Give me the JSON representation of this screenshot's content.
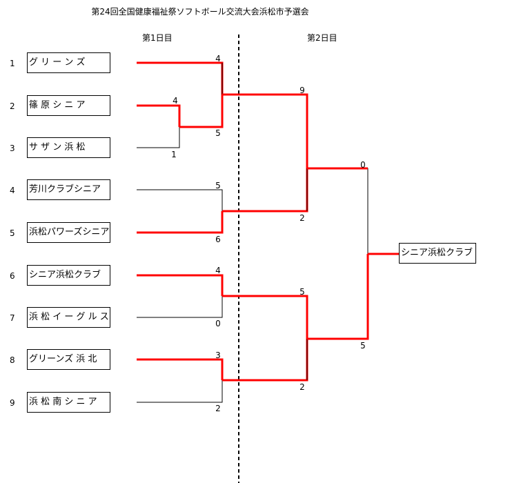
{
  "title": "第24回全国健康福祉祭ソフトボール交流大会浜松市予選会",
  "days": {
    "day1": "第1日目",
    "day2": "第2日目"
  },
  "colors": {
    "winner_line": "#ff0000",
    "loser_line": "#000000"
  },
  "teams": [
    {
      "seed": "1",
      "name": "グ リ ー ン ズ"
    },
    {
      "seed": "2",
      "name": "篠 原 シ ニ ア"
    },
    {
      "seed": "3",
      "name": "サ ザ ン 浜 松"
    },
    {
      "seed": "4",
      "name": "芳川クラブシニア"
    },
    {
      "seed": "5",
      "name": "浜松パワーズシニア"
    },
    {
      "seed": "6",
      "name": "シニア浜松クラブ"
    },
    {
      "seed": "7",
      "name": "浜 松 イ ー グ ル ス"
    },
    {
      "seed": "8",
      "name": "グリーンズ 浜 北"
    },
    {
      "seed": "9",
      "name": "浜 松 南 シ ニ ア"
    }
  ],
  "scores": {
    "r0_team2": "4",
    "r0_team3": "1",
    "r1_team1": "4",
    "r1_winner23": "5",
    "r1_team4": "5",
    "r1_team5": "6",
    "r1_team6": "4",
    "r1_team7": "0",
    "r1_team8": "3",
    "r1_team9": "2",
    "r2_top": "9",
    "r2_pair45": "2",
    "r2_pair67": "5",
    "r2_pair89": "2",
    "semi_top": "0",
    "semi_bottom": "5"
  },
  "champion": "シニア浜松クラブ"
}
